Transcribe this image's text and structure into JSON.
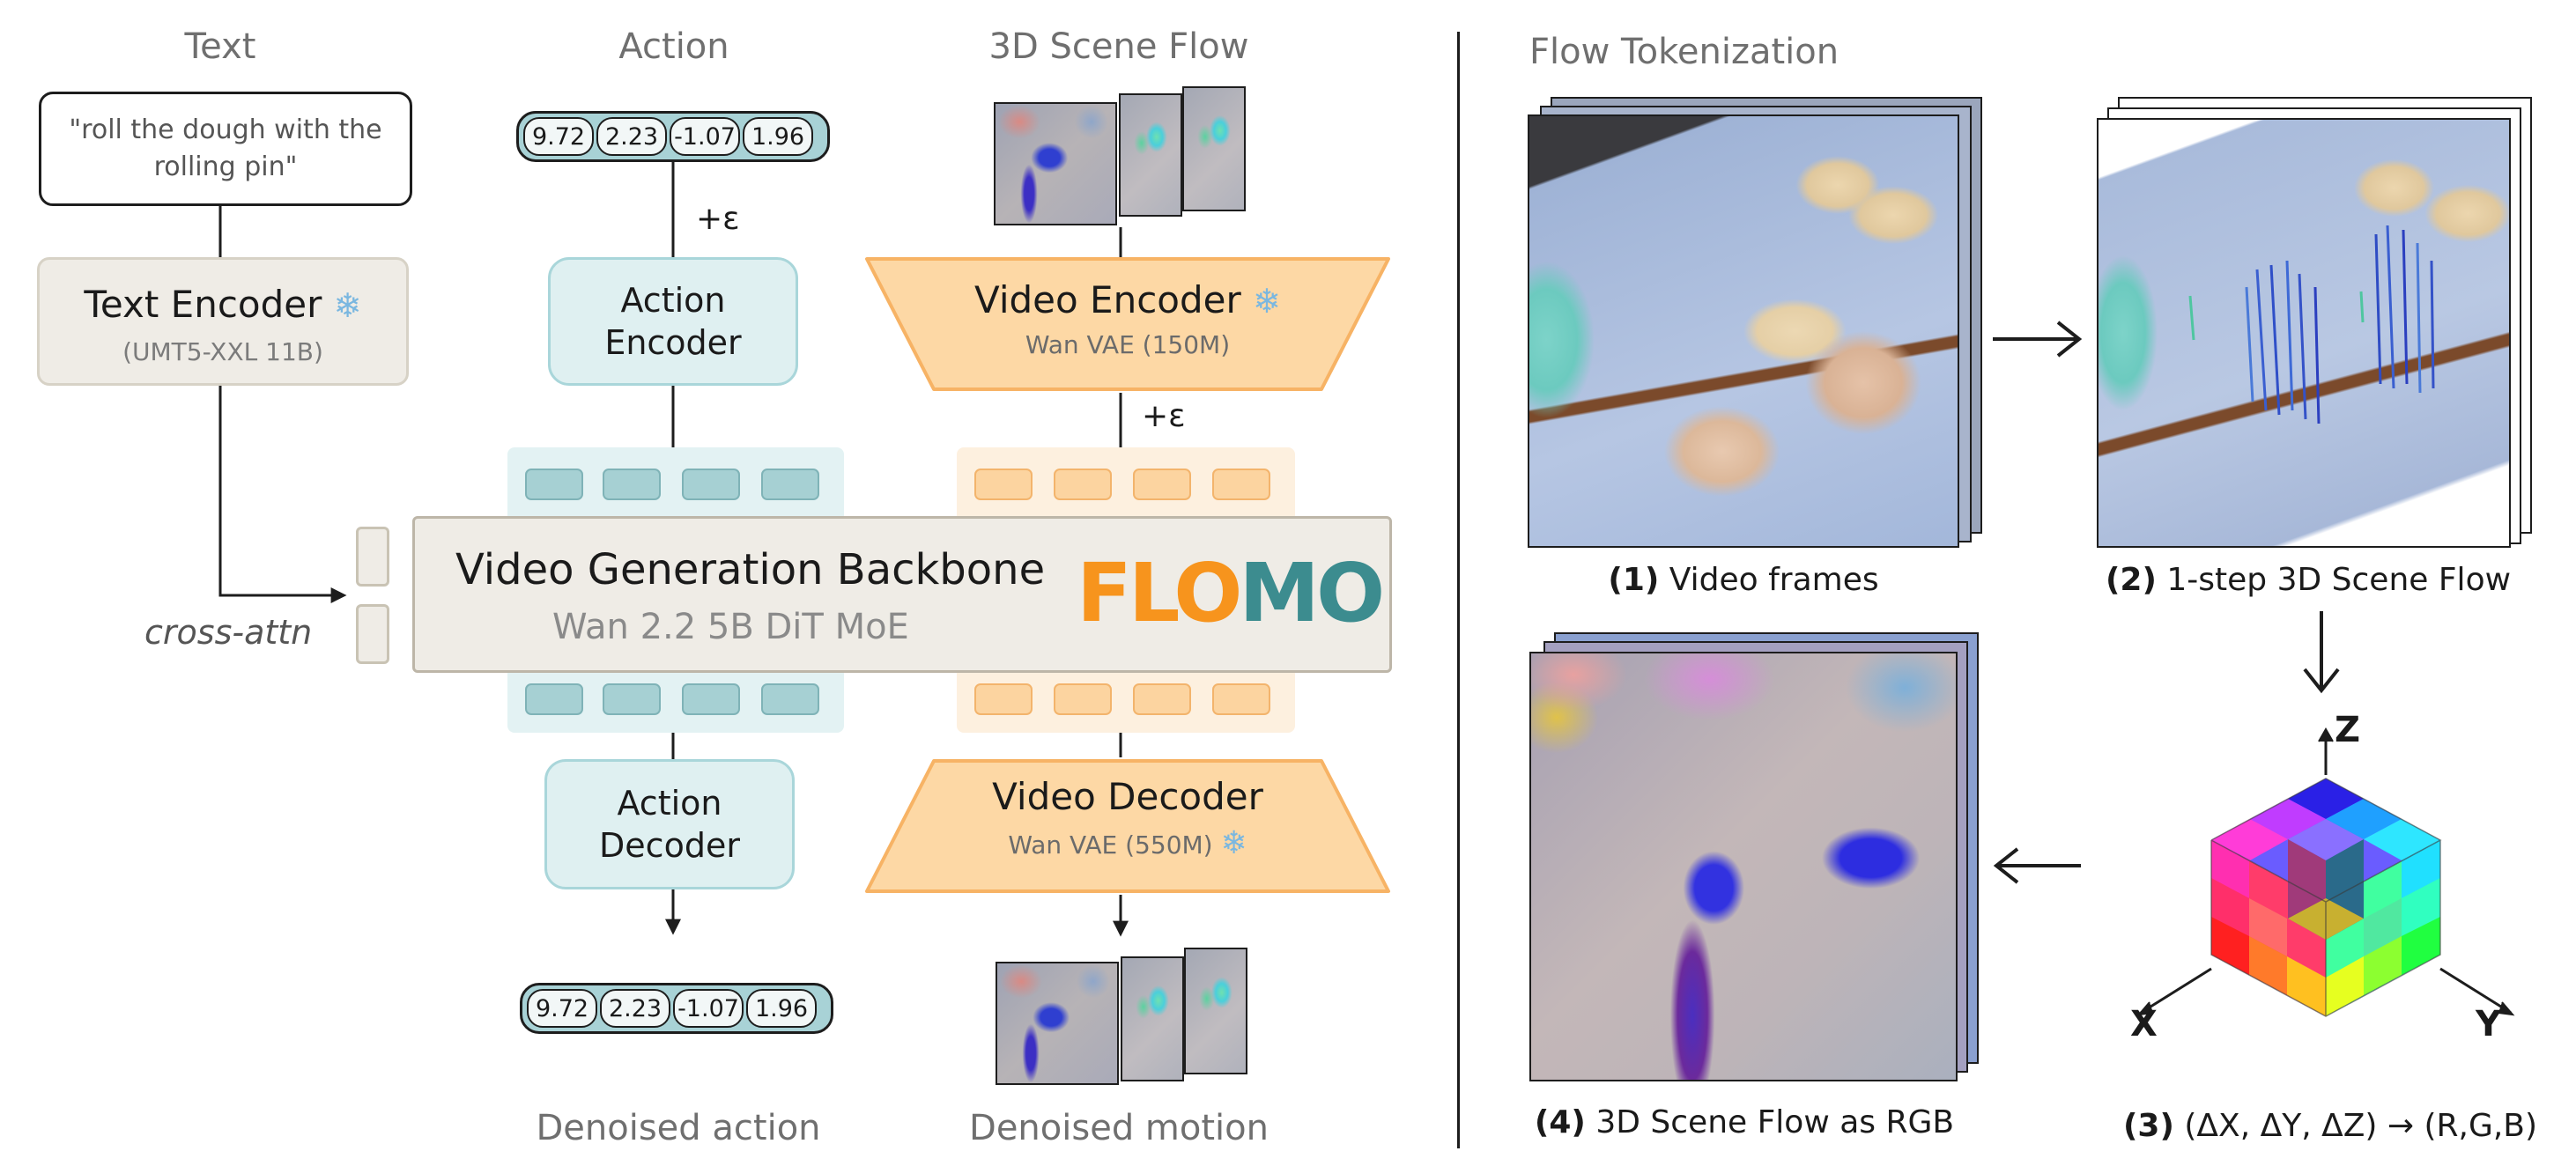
{
  "left": {
    "headers": {
      "text": "Text",
      "action": "Action",
      "scene_flow": "3D Scene Flow"
    },
    "prompt": "\"roll the dough with the rolling pin\"",
    "text_encoder": {
      "title": "Text Encoder",
      "subtitle": "(UMT5-XXL 11B)",
      "icon": "snowflake-icon"
    },
    "action_values_in": [
      "9.72",
      "2.23",
      "-1.07",
      "1.96"
    ],
    "action_values_out": [
      "9.72",
      "2.23",
      "-1.07",
      "1.96"
    ],
    "noise_label": "+ε",
    "action_encoder": "Action Encoder",
    "action_decoder": "Action Decoder",
    "video_encoder": {
      "title": "Video Encoder",
      "subtitle": "Wan VAE (150M)",
      "icon": "snowflake-icon"
    },
    "video_decoder": {
      "title": "Video Decoder",
      "subtitle": "Wan VAE (550M)",
      "icon": "snowflake-icon"
    },
    "backbone": {
      "title": "Video Generation Backbone",
      "subtitle": "Wan 2.2 5B DiT MoE"
    },
    "logo": "FLOMO",
    "cross_attn": "cross-attn",
    "footer_action": "Denoised action",
    "footer_motion": "Denoised motion"
  },
  "right": {
    "header": "Flow Tokenization",
    "step1": {
      "num": "(1)",
      "label": "Video frames"
    },
    "step2": {
      "num": "(2)",
      "label": "1-step 3D Scene Flow"
    },
    "step3": {
      "num": "(3)",
      "label": "(ΔX, ΔY, ΔZ) → (R,G,B)"
    },
    "step4": {
      "num": "(4)",
      "label": "3D Scene Flow as RGB"
    },
    "axes": {
      "x": "X",
      "y": "Y",
      "z": "Z"
    }
  },
  "colors": {
    "teal_fill": "#dff0f1",
    "teal_border": "#a9d6da",
    "orange_fill": "#fdd8a5",
    "orange_border": "#f7b365",
    "gray_fill": "#efece6",
    "gray_border": "#d7d2c6",
    "logo_orange": "#f7941d",
    "logo_teal": "#3c8c8f"
  }
}
